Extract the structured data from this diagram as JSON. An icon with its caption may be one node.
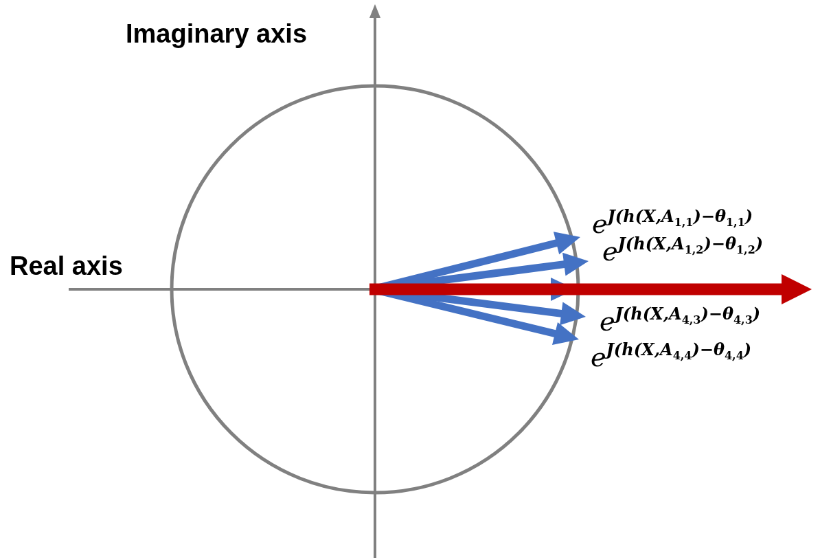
{
  "diagram": {
    "labels": [
      "Imaginary axis",
      "Real axis",
      "*e*$^{J(h(X,A}$$_{1,1}$$^{)−θ}$$_{1,1}$$^{)}$",
      "*e*$^{J(h(X,A}$$_{1,2}$$^{)−θ}$$_{1,2}$$^{)}$",
      "*e*$^{J(h(X,A}$$_{4,3}$$^{)−θ}$$_{4,3}$$^{)}$",
      "*e*$^{J(h(X,A}$$_{4,4}$$^{)−θ}$$_{4,4}$$^{)}$"
    ]
  }
}
